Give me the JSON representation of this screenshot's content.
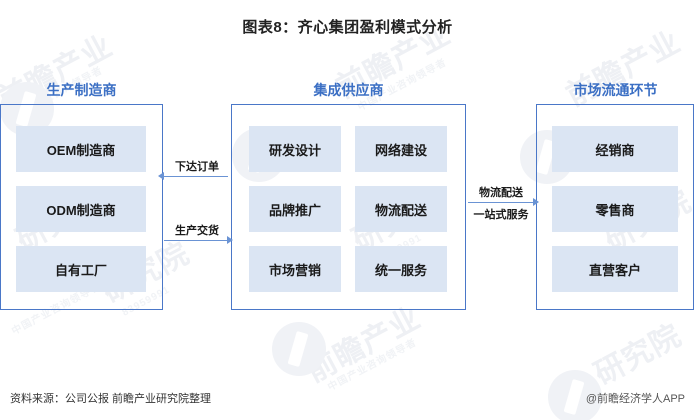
{
  "title": "图表8：齐心集团盈利模式分析",
  "colors": {
    "accent_blue": "#4a77c8",
    "header_text": "#3b6fc4",
    "cell_fill": "#dbe5f3",
    "connector": "#6a93d4",
    "background": "#ffffff"
  },
  "columns": [
    {
      "id": "manufacturers",
      "header": "生产制造商",
      "cells": [
        "OEM制造商",
        "ODM制造商",
        "自有工厂"
      ]
    },
    {
      "id": "integrated-supplier",
      "header": "集成供应商",
      "cells": [
        "研发设计",
        "网络建设",
        "品牌推广",
        "物流配送",
        "市场营销",
        "统一服务"
      ]
    },
    {
      "id": "market-circulation",
      "header": "市场流通环节",
      "cells": [
        "经销商",
        "零售商",
        "直营客户"
      ]
    }
  ],
  "connectors": {
    "left": [
      {
        "id": "order-placement",
        "label": "下达订单",
        "direction": "left"
      },
      {
        "id": "production-delivery",
        "label": "生产交货",
        "direction": "right"
      }
    ],
    "right": [
      {
        "id": "logistics-distribution",
        "label": "物流配送",
        "direction": "right"
      },
      {
        "id": "one-stop-service",
        "label": "一站式服务",
        "direction": "right"
      }
    ]
  },
  "footer": {
    "source": "资料来源：公司公报 前瞻产业研究院整理",
    "attribution": "@前瞻经济学人APP"
  },
  "watermarks": {
    "brand_big": "前瞻产业",
    "brand_small": "中国产业咨询领导者",
    "research": "研究院",
    "phone": "83959991"
  }
}
